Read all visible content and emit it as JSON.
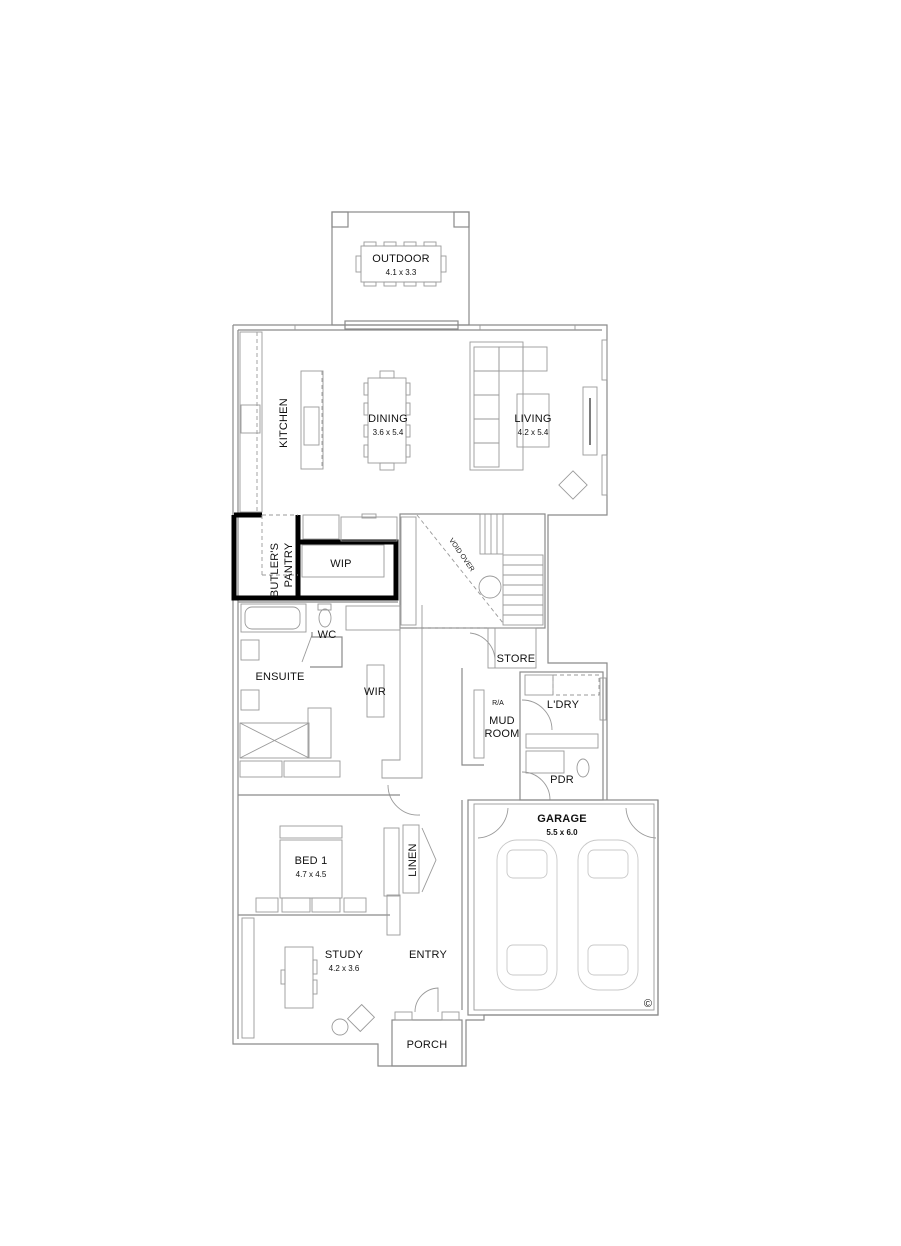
{
  "plan": {
    "rooms": {
      "outdoor": {
        "label": "OUTDOOR",
        "dims": "4.1 x 3.3"
      },
      "kitchen": {
        "label": "KITCHEN"
      },
      "dining": {
        "label": "DINING",
        "dims": "3.6 x 5.4"
      },
      "living": {
        "label": "LIVING",
        "dims": "4.2 x 5.4"
      },
      "butlers_pantry": {
        "label_line1": "BUTLER'S",
        "label_line2": "PANTRY"
      },
      "wip": {
        "label": "WIP"
      },
      "void_over": {
        "label": "VOID OVER"
      },
      "store": {
        "label": "STORE"
      },
      "wc": {
        "label": "WC"
      },
      "ensuite": {
        "label": "ENSUITE"
      },
      "wir": {
        "label": "WIR"
      },
      "laundry": {
        "label": "L'DRY"
      },
      "ra": {
        "label": "R/A"
      },
      "mud_room": {
        "label_line1": "MUD",
        "label_line2": "ROOM"
      },
      "pdr": {
        "label": "PDR"
      },
      "garage": {
        "label": "GARAGE",
        "dims": "5.5 x 6.0"
      },
      "bed1": {
        "label": "BED 1",
        "dims": "4.7 x 4.5"
      },
      "linen": {
        "label": "LINEN"
      },
      "study": {
        "label": "STUDY",
        "dims": "4.2 x 3.6"
      },
      "entry": {
        "label": "ENTRY"
      },
      "porch": {
        "label": "PORCH"
      }
    },
    "copyright": "©"
  }
}
